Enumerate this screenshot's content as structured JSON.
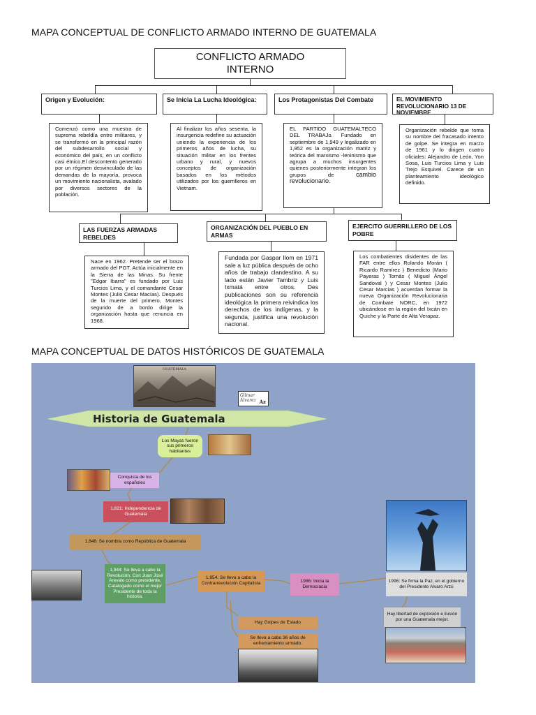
{
  "map1": {
    "heading": "MAPA CONCEPTUAL DE CONFLICTO ARMADO INTERNO DE GUATEMALA",
    "title_line1": "CONFLICTO ARMADO",
    "title_line2": "INTERNO",
    "categories": [
      {
        "label": "Origen y Evolución:",
        "desc": "Comenzó como una muestra de suprema rebeldía entre militares, y se transformó en la principal razón del subdesarrollo social y económico del país, en un conflicto casi étnico.El descontento generado por un régimen desvinculado de las demandas de la mayoría, provoca un movimiento nacionalista, avalado por diversos sectores de la población."
      },
      {
        "label": "Se Inicia La Lucha Ideológica:",
        "desc": "Al finalizar los años sesenta, la insurgencia redefine su actuación uniendo la experiencia de los primeros años de lucha, su situación militar en los frentes urbano y rural, y nuevos conceptos de organización basados en los métodos utilizados por los guerrilleros en Vietnam."
      },
      {
        "label": "Los Protagonistas Del Combate",
        "desc_a": "EL PARTIDO GUATEMALTECO DEL TRABAJo. Fundado en septiembre de 1,949 y legalizado en 1,952 es la organización matriz y teórica del marxismo -leninismo que agrupa a muchos insurgentes quienes posteriormente integran los grupos de",
        "desc_b": "cambio revolucionario."
      },
      {
        "label": "EL MOVIMIENTO REVOLUCIONARIO 13 DE NOVIEMBRE",
        "desc": "Organización rebelde que toma su nombre del fracasado intento de golpe. Se integra en marzo de 1961 y lo dirigen cuatro oficiales: Alejandro de León, Yon Sosa, Luis Turcios Lima y Luis Trejo Esquivel. Carece de un planteamiento ideológico definido."
      }
    ],
    "subgroups": [
      {
        "label": "LAS FUERZAS ARMADAS REBELDES",
        "desc": "Nace en 1962. Pretende ser el brazo armado del PGT. Actúa inicialmente en la Sierra de las Minas. Su frente \"Edgar Ibarra\" es fundado por Luis Turcios Lima, y el comandante Cesar Montes (Julio Cesar Macías). Después de la muerte del primero, Montes segundo de a bordo dirige la organización hasta que renuncia en 1968."
      },
      {
        "label": "ORGANIZACIÓN DEL PUEBLO EN ARMAS",
        "desc": "Fundada por Gaspar Ilom en 1971 sale a luz pública después de ocho años de trabajo clandestino. A su lado están Javier Tambriz y Luis Ixmatá entre otros. Des publicaciones son su referencia ideológica la primera reivindica los derechos de los indígenas, y la segunda, justifica una revolución nacional."
      },
      {
        "label": "EJERCITO GUERRILLERO DE LOS POBRE",
        "desc": "Los combatientes disidentes de las FAR entre ellos Rolando Morán ( Ricardo Ramírez ) Benedicto (Mario Payeras ) Tomás ( Miguel Ángel Sandoval ) y Cesar Montes (Julio Cesar Marcias ) acuerdan formar la nueva Organización Revolucionaria de Combate NORC, en 1972 ubicándose en la región del Ixcán en Quiche y la Parte de Alta Verapaz."
      }
    ]
  },
  "map2": {
    "heading": "MAPA CONCEPTUAL DE DATOS HISTÓRICOS DE GUATEMALA",
    "title": "Historia de Guatemala",
    "signature": "Gilmar Álvarez",
    "signature_mark": "Az",
    "engraving_caption": "GUATEMALA",
    "nodes": {
      "mayas": "Los Mayas fueron sus primeros habitantes",
      "conquista": "Conquista de los españoles",
      "independencia": "1,821: Independencia de Guatemala",
      "republica": "1,848: Se nombra como República de Guatemala",
      "revolucion": "1,944: Se lleva a cabo la Revolución. Con Juan José Arevalo como presidente. Catalogado como el mejor Presidente de toda la historia.",
      "contrarrevolucion": "1,954: Se lleva a cabo la Contrarrevolución Capitalista",
      "democracia": "1986: Inicia la Democracia",
      "paz": "1996: Se firma la Paz, en el gobierno del Presidente Alvaro Arzú",
      "libertad": "Hay libertad de expresión e ilusión por una Guatemala mejor.",
      "golpes": "Hay Golpes de Estado",
      "enfrentamiento": "Se lleva a cabo 36 años de enfrentamiento armado."
    },
    "colors": {
      "background": "#8fa3c8",
      "title_band": "#cfe6a8",
      "mayas": "#d9ef9a",
      "conquista": "#d9b3e8",
      "independencia": "#c9505c",
      "republica": "#c4975c",
      "revolucion": "#5f9e64",
      "contrarrevolucion": "#d69855",
      "democracia": "#d98fc2",
      "paz": "#dedede",
      "libertad": "#d0d0d0",
      "golpes": "#d29a5f",
      "enfrentamiento": "#d29a5f"
    }
  }
}
